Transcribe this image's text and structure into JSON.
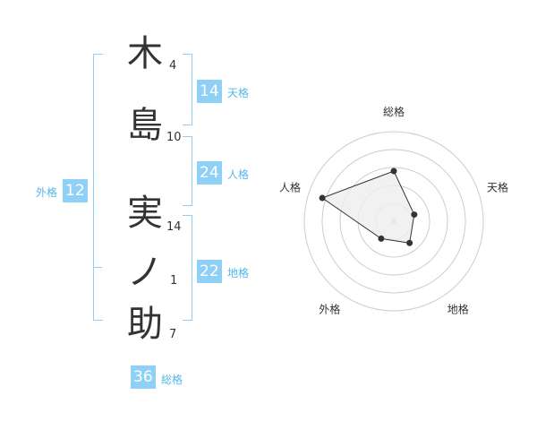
{
  "name_chars": [
    {
      "char": "木",
      "strokes": "4"
    },
    {
      "char": "島",
      "strokes": "10"
    },
    {
      "char": "実",
      "strokes": "14"
    },
    {
      "char": "ノ",
      "strokes": "1"
    },
    {
      "char": "助",
      "strokes": "7"
    }
  ],
  "kaku": {
    "tenkaku": {
      "value": "14",
      "label": "天格"
    },
    "jinkaku": {
      "value": "24",
      "label": "人格"
    },
    "chikaku": {
      "value": "22",
      "label": "地格"
    },
    "gaikaku": {
      "value": "12",
      "label": "外格"
    },
    "soukaku": {
      "value": "36",
      "label": "総格"
    }
  },
  "chart_data": {
    "type": "radar",
    "axes": [
      "総格",
      "天格",
      "地格",
      "外格",
      "人格"
    ],
    "values": [
      2.8,
      1.2,
      1.5,
      1.2,
      4.2
    ],
    "max": 5,
    "rings": 5,
    "colors": {
      "fill": "#eeeeee",
      "line": "#333333",
      "grid": "#cccccc"
    }
  }
}
